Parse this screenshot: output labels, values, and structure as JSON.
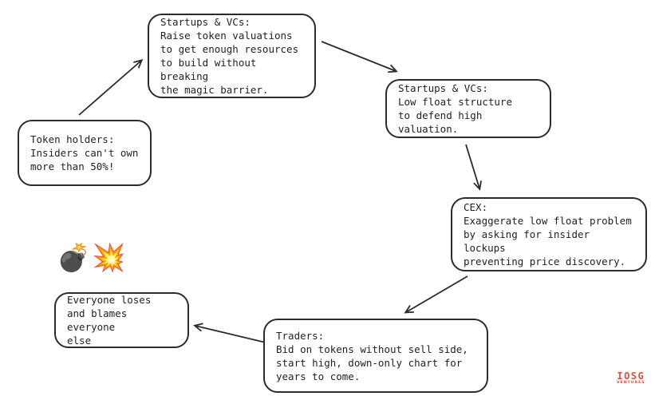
{
  "diagram": {
    "background_color": "#ffffff",
    "stroke_color": "#2b2b2b",
    "nodes": [
      {
        "id": "token-holders",
        "text": "Token holders:\nInsiders can't own\nmore than 50%!"
      },
      {
        "id": "startups-raise",
        "text": "Startups & VCs:\nRaise token valuations\nto get enough resources\nto build without breaking\nthe magic barrier."
      },
      {
        "id": "startups-low-float",
        "text": "Startups & VCs:\nLow float structure\nto defend high valuation."
      },
      {
        "id": "cex",
        "text": "CEX:\nExaggerate low float problem\nby asking for insider lockups\npreventing price discovery."
      },
      {
        "id": "traders",
        "text": "Traders:\nBid on tokens without sell side,\nstart high, down-only chart for\nyears to come."
      },
      {
        "id": "everyone-loses",
        "text": "Everyone loses\nand blames everyone\nelse"
      }
    ],
    "edges": [
      {
        "from": "token-holders",
        "to": "startups-raise"
      },
      {
        "from": "startups-raise",
        "to": "startups-low-float"
      },
      {
        "from": "startups-low-float",
        "to": "cex"
      },
      {
        "from": "cex",
        "to": "traders"
      },
      {
        "from": "traders",
        "to": "everyone-loses"
      }
    ],
    "emojis": "💣💥",
    "logo": {
      "line1": "IOSG",
      "line2": "VENTURES",
      "color": "#dd4f3d"
    }
  }
}
